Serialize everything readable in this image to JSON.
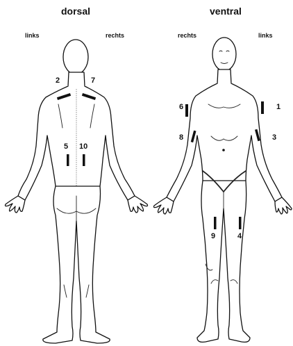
{
  "views": [
    {
      "title": "dorsal",
      "left_side_label": "links",
      "right_side_label": "rechts"
    },
    {
      "title": "ventral",
      "left_side_label": "rechts",
      "right_side_label": "links"
    }
  ],
  "sites": {
    "1": "1",
    "2": "2",
    "3": "3",
    "4": "4",
    "5": "5",
    "6": "6",
    "7": "7",
    "8": "8",
    "9": "9",
    "10": "10"
  },
  "colors": {
    "ink": "#111111",
    "background": "#ffffff"
  }
}
